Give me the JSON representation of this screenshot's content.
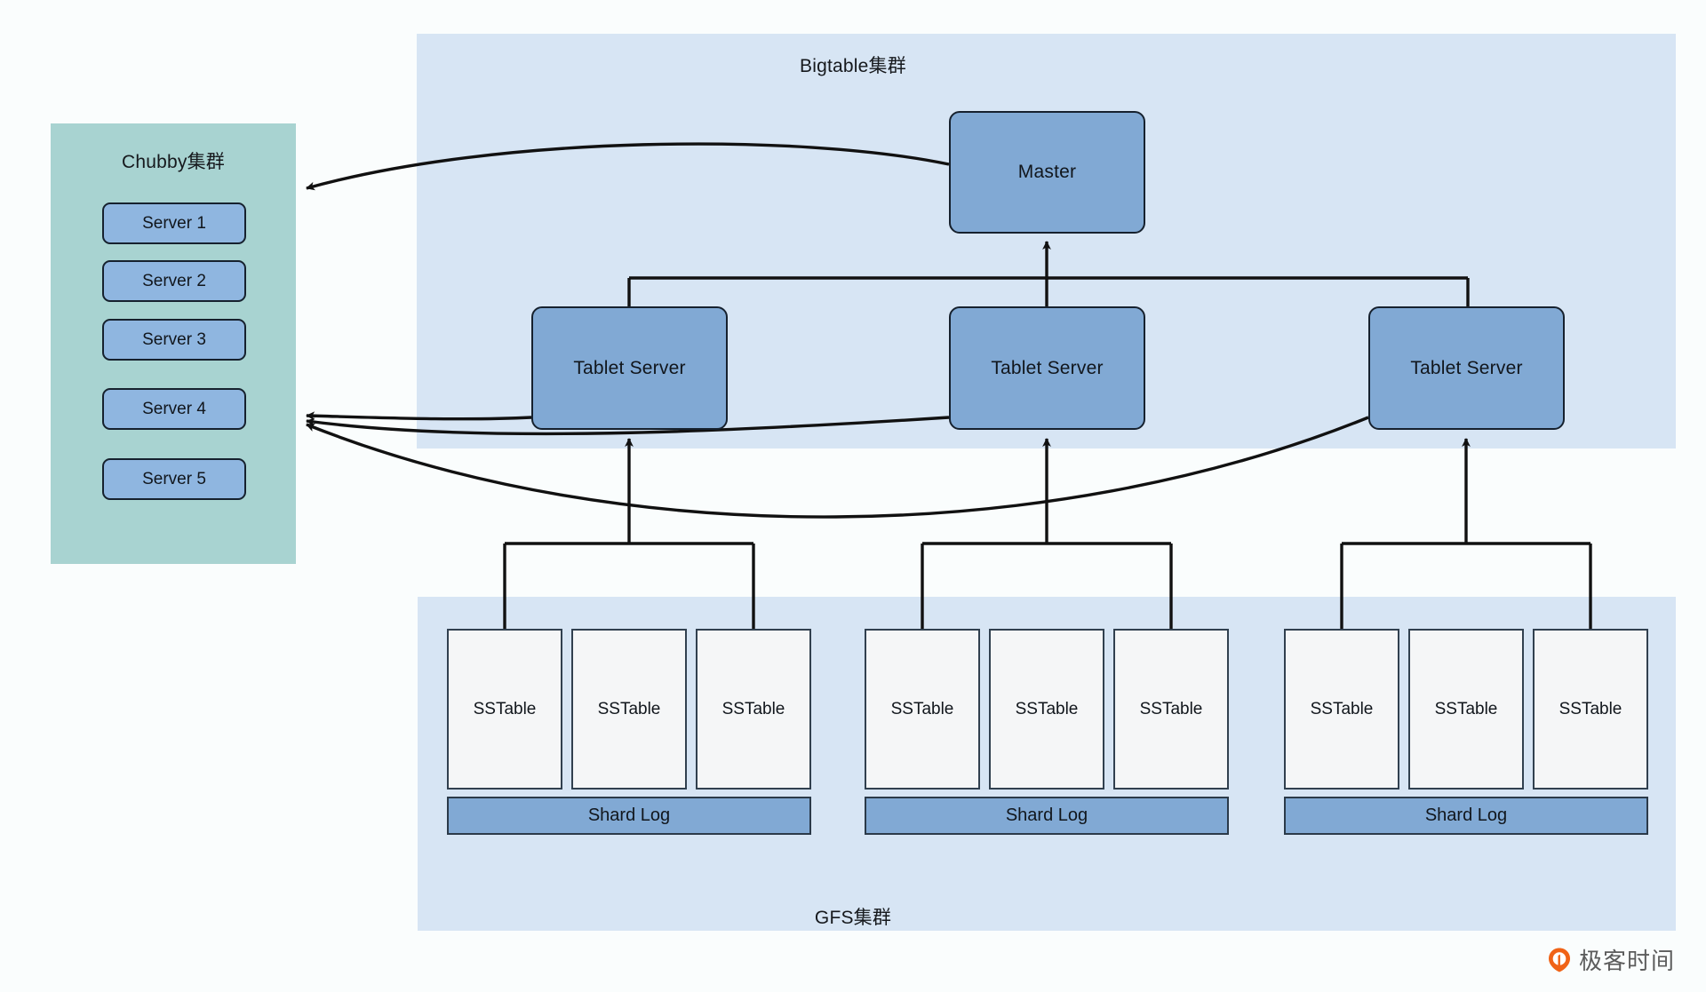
{
  "diagram": {
    "panels": {
      "bigtable": {
        "title": "Bigtable集群",
        "color": "#d7e5f4"
      },
      "gfs": {
        "title": "GFS集群",
        "color": "#d7e5f4"
      },
      "chubby": {
        "title": "Chubby集群",
        "color": "#a8d3d1"
      }
    },
    "master": {
      "label": "Master"
    },
    "tablet_servers": [
      {
        "label": "Tablet Server"
      },
      {
        "label": "Tablet Server"
      },
      {
        "label": "Tablet Server"
      }
    ],
    "chubby_servers": [
      {
        "label": "Server 1"
      },
      {
        "label": "Server 2"
      },
      {
        "label": "Server 3"
      },
      {
        "label": "Server 4"
      },
      {
        "label": "Server 5"
      }
    ],
    "storage_groups": [
      {
        "shard_log": "Shard Log",
        "sstables": [
          "SSTable",
          "SSTable",
          "SSTable"
        ]
      },
      {
        "shard_log": "Shard Log",
        "sstables": [
          "SSTable",
          "SSTable",
          "SSTable"
        ]
      },
      {
        "shard_log": "Shard Log",
        "sstables": [
          "SSTable",
          "SSTable",
          "SSTable"
        ]
      }
    ],
    "colors": {
      "node_fill": "#81a9d4",
      "server_fill": "#8fb6e0",
      "sstable_fill": "#f5f6f7",
      "panel_blue": "#d7e5f4",
      "panel_teal": "#a8d3d1",
      "line": "#111111",
      "watermark_orange": "#f06317"
    }
  },
  "watermark": {
    "text": "极客时间"
  }
}
